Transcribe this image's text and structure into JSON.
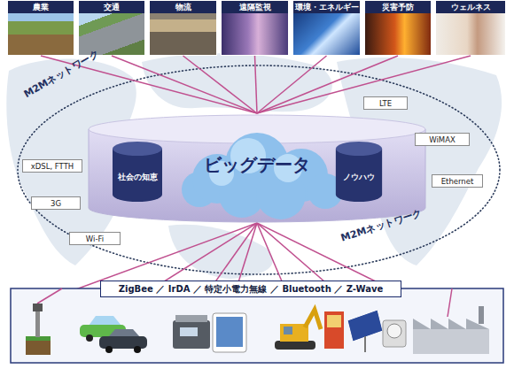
{
  "diagram": {
    "nodes": [
      {
        "text": [
          "農業"
        ]
      },
      {
        "text": [
          "交通"
        ]
      },
      {
        "text": [
          "物流"
        ]
      },
      {
        "text": [
          "遠隔監視"
        ]
      },
      {
        "text": [
          "環境・エネルギー"
        ]
      },
      {
        "text": [
          "災害予防"
        ]
      },
      {
        "text": [
          "ウェルネス"
        ]
      },
      {
        "text": [
          "ビッグデータ"
        ]
      },
      {
        "text": [
          "社会の知恵"
        ],
        "in": 7
      },
      {
        "text": [
          "ノウハウ"
        ],
        "in": 7
      },
      {
        "text": [
          "LTE"
        ]
      },
      {
        "text": [
          "WiMAX"
        ]
      },
      {
        "text": [
          "xDSL, FTTH"
        ]
      },
      {
        "text": [
          "Ethernet"
        ]
      },
      {
        "text": [
          "3G"
        ]
      },
      {
        "text": [
          "Wi-Fi"
        ]
      },
      {
        "text": [
          "ZigBee ／ IrDA ／ 特定小電力無線 ／ Bluetooth ／ Z-Wave"
        ]
      }
    ],
    "edges": [
      {
        "from": 0,
        "to": 7,
        "arrow": "none"
      },
      {
        "from": 1,
        "to": 7,
        "arrow": "none"
      },
      {
        "from": 2,
        "to": 7,
        "arrow": "none"
      },
      {
        "from": 3,
        "to": 7,
        "arrow": "none"
      },
      {
        "from": 4,
        "to": 7,
        "arrow": "none"
      },
      {
        "from": 5,
        "to": 7,
        "arrow": "none"
      },
      {
        "from": 6,
        "to": 7,
        "arrow": "none"
      }
    ],
    "labels": [
      "M2Mネットワーク",
      "M2Mネットワーク"
    ]
  }
}
